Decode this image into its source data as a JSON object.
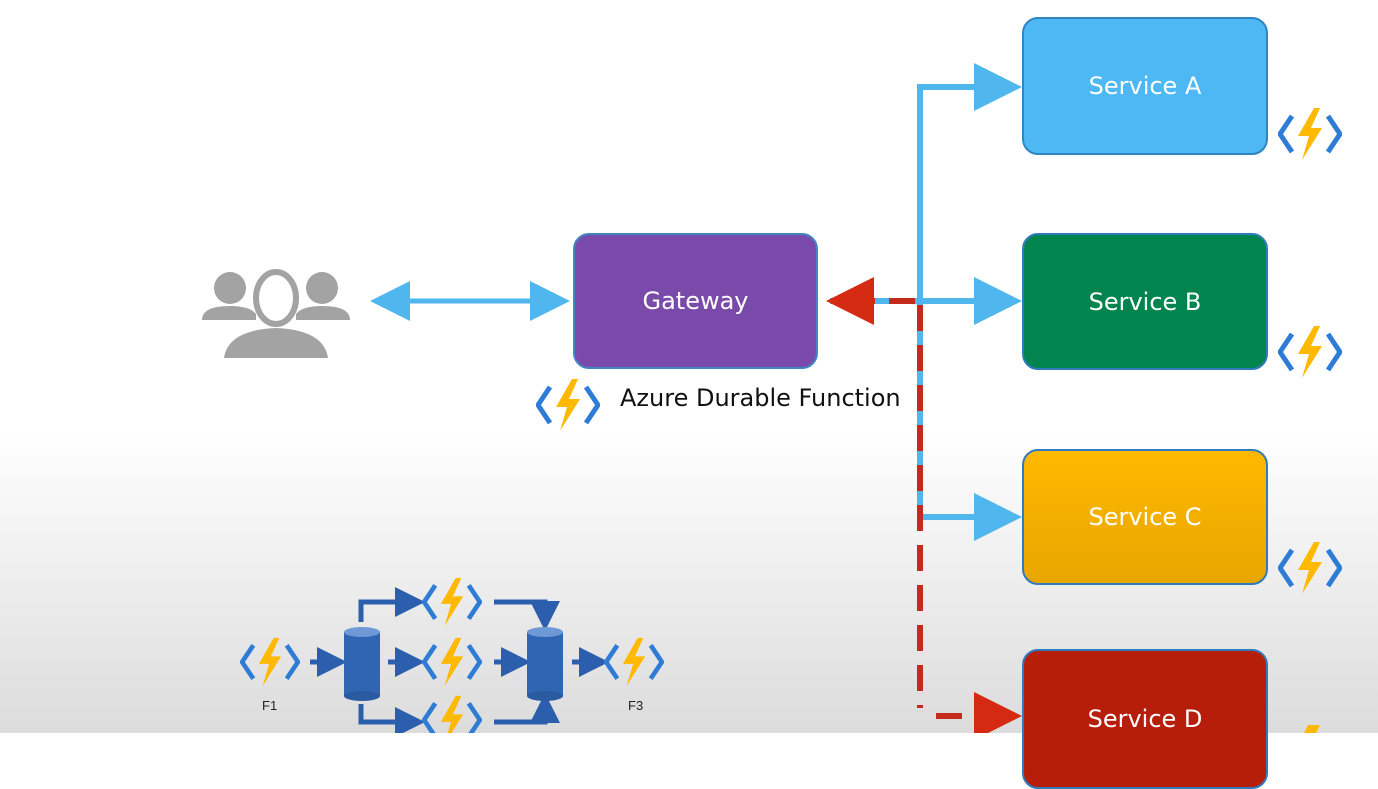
{
  "gateway": {
    "label": "Gateway"
  },
  "services": [
    {
      "label": "Service A",
      "color": "#4db8f3"
    },
    {
      "label": "Service B",
      "color": "#02844e"
    },
    {
      "label": "Service C",
      "color": "#ffb900"
    },
    {
      "label": "Service D",
      "color": "#b61e0a"
    }
  ],
  "caption": "Azure Durable Function",
  "fanout": {
    "first_label": "F1",
    "last_label": "F3"
  },
  "colors": {
    "gateway": "#7a4aaa",
    "flow_line": "#4fb6ee",
    "callback_line": "#c42b1c",
    "function_bolt": "#ffb900",
    "function_brackets": "#2e7cd6"
  },
  "icons": {
    "users": "users-icon",
    "function": "azure-function-icon",
    "storage": "storage-cylinder-icon"
  }
}
